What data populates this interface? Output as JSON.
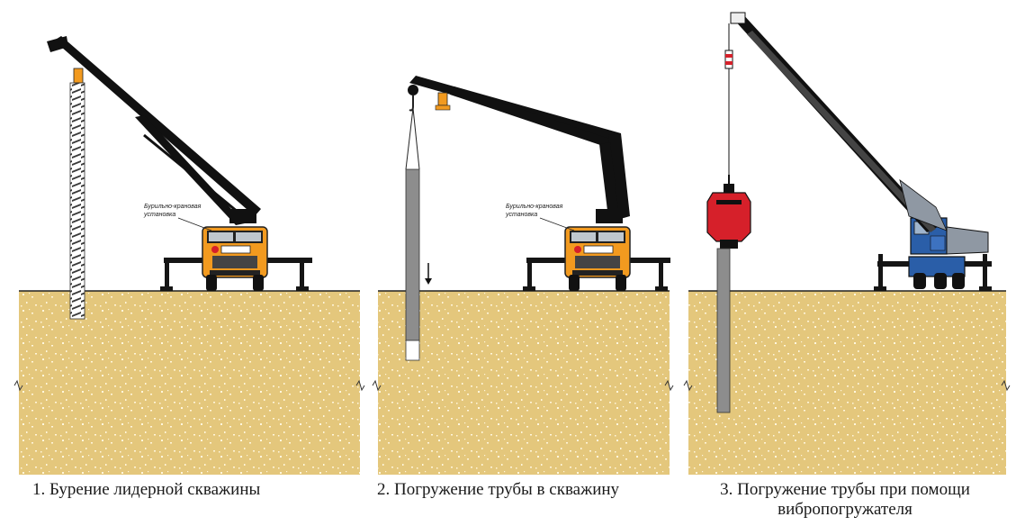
{
  "panels": [
    {
      "id": "drilling",
      "caption": "1. Бурение лидерной скважины",
      "equipment_label_line1": "Бурильно-крановая",
      "equipment_label_line2": "установка"
    },
    {
      "id": "pipe-lowering",
      "caption": "2. Погружение трубы в скважину",
      "equipment_label_line1": "Бурильно-крановая",
      "equipment_label_line2": "установка"
    },
    {
      "id": "vibro-driving",
      "caption": "3. Погружение трубы при помощи вибропогружателя"
    }
  ],
  "colors": {
    "soil": "#e4c77c",
    "soil_speckle": "#fff6dc",
    "truck_orange": "#f29a1f",
    "crane_blue": "#2a5ea8",
    "vibro_red": "#d6202a",
    "boom": "#111111",
    "pipe": "#8d8d8d"
  }
}
